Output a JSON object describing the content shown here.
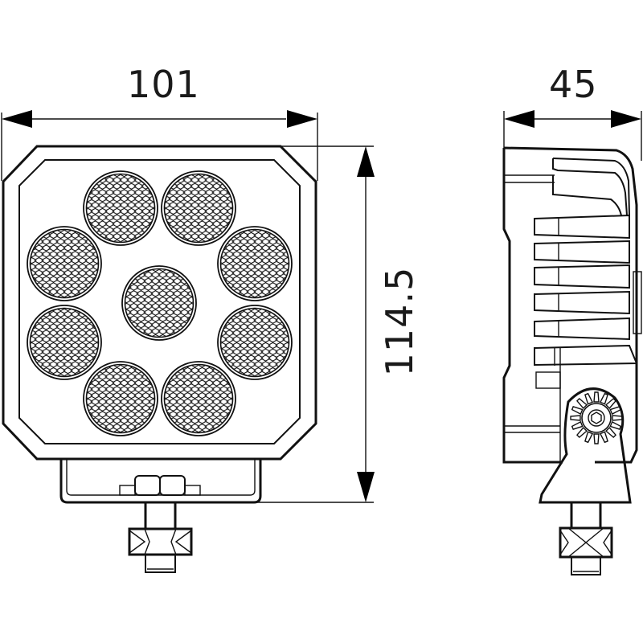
{
  "diagram": {
    "title": "Square LED work light dimensional drawing",
    "units": "mm",
    "colors": {
      "line": "#111111",
      "background": "#ffffff",
      "text": "#1a1a1a"
    },
    "dimensions": {
      "width": "101",
      "depth": "45",
      "height": "114.5"
    },
    "front_view": {
      "led_count": 9,
      "led_layout": "8 in ring + 1 center",
      "lens_pattern": "honeycomb"
    },
    "side_view": {
      "features": [
        "cooling fins",
        "adjustable mounting bracket",
        "serrated pivot",
        "hex bolt"
      ]
    }
  }
}
